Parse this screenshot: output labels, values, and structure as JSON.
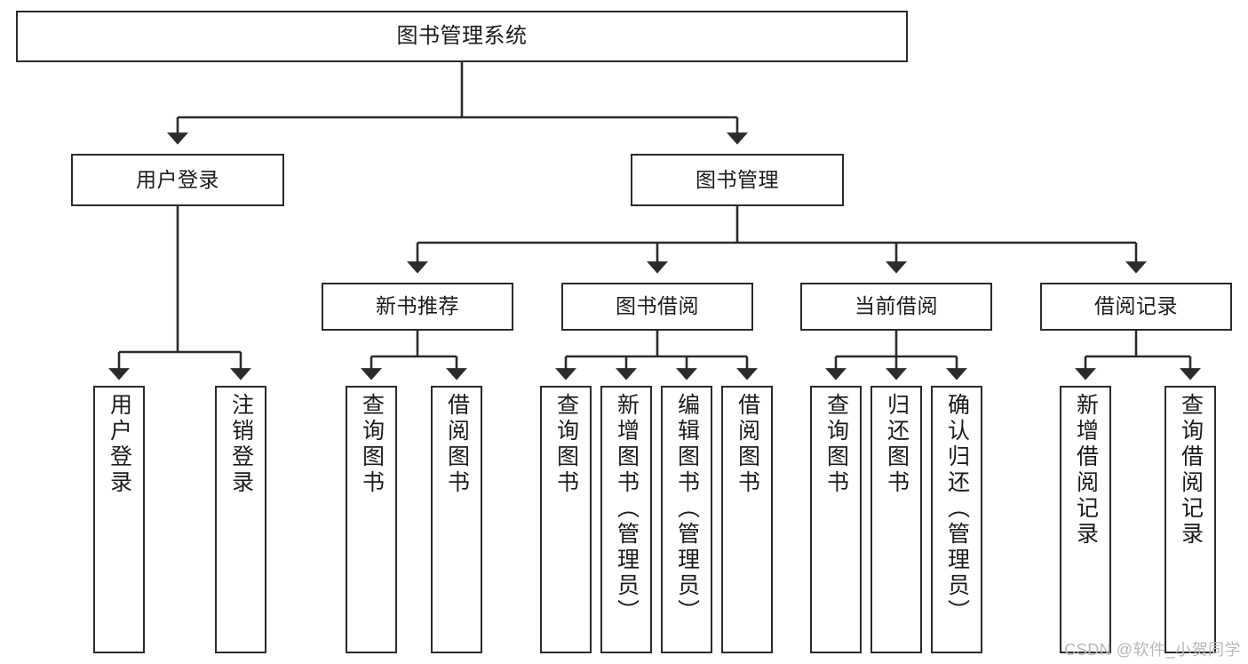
{
  "diagram": {
    "type": "tree-hierarchy-flowchart",
    "title": "图书管理系统",
    "watermark": "CSDN @软件_小贺同学",
    "colors": {
      "box_stroke": "#2b2b2b",
      "box_fill": "#ffffff",
      "connector": "#2b2b2b",
      "text": "#1b1b1b",
      "watermark": "#b9b9b9"
    },
    "nodes": {
      "root": {
        "label": "图书管理系统"
      },
      "level2": [
        {
          "id": "user-login",
          "label": "用户登录"
        },
        {
          "id": "book-management",
          "label": "图书管理"
        }
      ],
      "level3": [
        {
          "id": "new-book-recommend",
          "label": "新书推荐"
        },
        {
          "id": "book-borrow",
          "label": "图书借阅"
        },
        {
          "id": "current-borrow",
          "label": "当前借阅"
        },
        {
          "id": "borrow-record",
          "label": "借阅记录"
        }
      ],
      "leaves": {
        "user_login": [
          {
            "id": "leaf-user-login",
            "label": "用户登录"
          },
          {
            "id": "leaf-logout",
            "label": "注销登录"
          }
        ],
        "new_book_recommend": [
          {
            "id": "leaf-query-book-1",
            "label": "查询图书"
          },
          {
            "id": "leaf-borrow-book-1",
            "label": "借阅图书"
          }
        ],
        "book_borrow": [
          {
            "id": "leaf-query-book-2",
            "label": "查询图书"
          },
          {
            "id": "leaf-add-book",
            "label": "新增图书（管理员）"
          },
          {
            "id": "leaf-edit-book",
            "label": "编辑图书（管理员）"
          },
          {
            "id": "leaf-borrow-book-2",
            "label": "借阅图书"
          }
        ],
        "current_borrow": [
          {
            "id": "leaf-query-book-3",
            "label": "查询图书"
          },
          {
            "id": "leaf-return-book",
            "label": "归还图书"
          },
          {
            "id": "leaf-confirm-return",
            "label": "确认归还（管理员）"
          }
        ],
        "borrow_record": [
          {
            "id": "leaf-add-record",
            "label": "新增借阅记录"
          },
          {
            "id": "leaf-query-record",
            "label": "查询借阅记录"
          }
        ]
      }
    }
  }
}
